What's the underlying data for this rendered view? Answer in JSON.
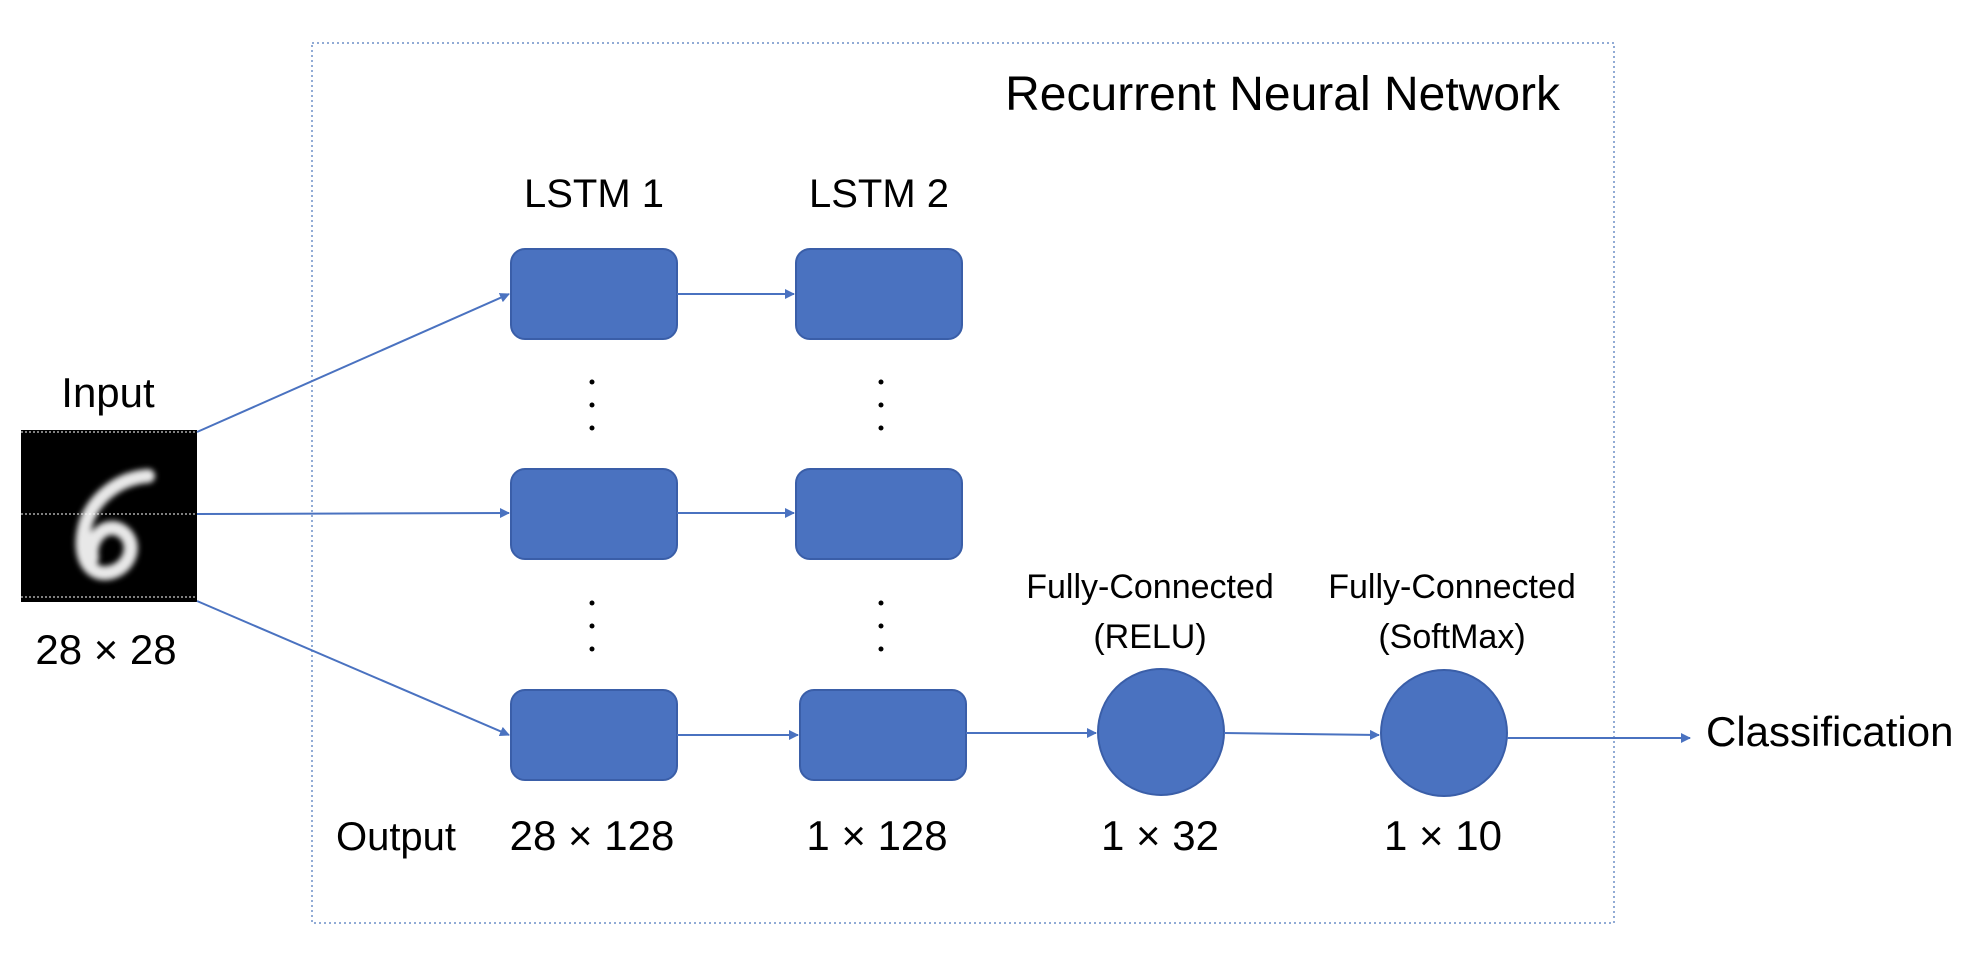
{
  "title": "Recurrent Neural Network",
  "input": {
    "label": "Input",
    "size": "28 × 28"
  },
  "layers": {
    "lstm1": {
      "label": "LSTM 1",
      "output": "28 × 128"
    },
    "lstm2": {
      "label": "LSTM 2",
      "output": "1 × 128"
    },
    "fc1": {
      "label_line1": "Fully-Connected",
      "label_line2": "(RELU)",
      "output": "1 × 32"
    },
    "fc2": {
      "label_line1": "Fully-Connected",
      "label_line2": "(SoftMax)",
      "output": "1 × 10"
    }
  },
  "output_row_label": "Output",
  "result_label": "Classification",
  "colors": {
    "node_fill": "#4a72c0",
    "node_stroke": "#3a5ea8",
    "arrow": "#4a72c0",
    "frame": "#6d8fc7"
  }
}
